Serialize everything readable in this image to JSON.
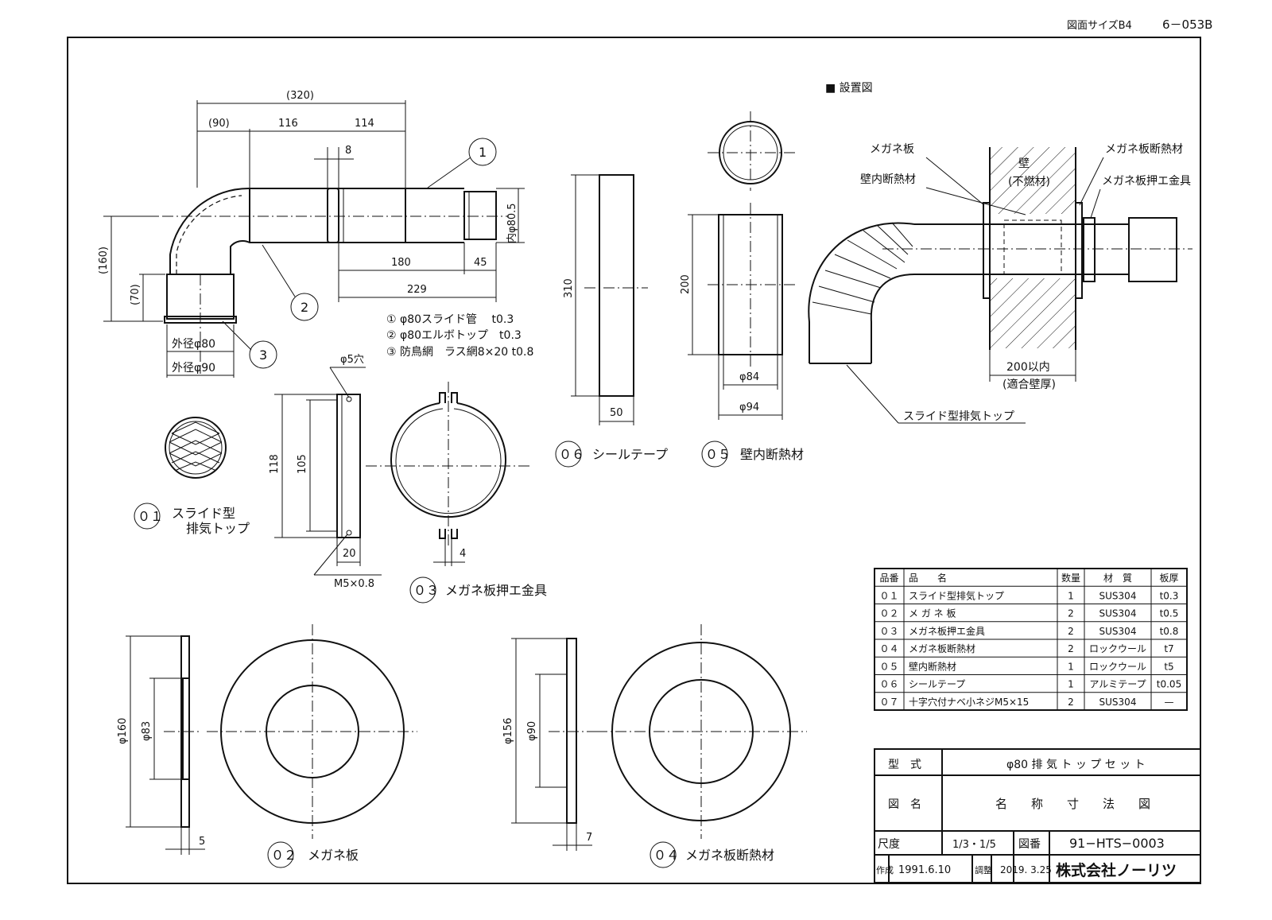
{
  "header": {
    "paper_size": "図面サイズB4",
    "drawing_code": "6－053B"
  },
  "install_title": "■ 設置図",
  "callout_numbers": [
    "1",
    "2",
    "3"
  ],
  "notes": [
    "① φ80スライド管　 t0.3",
    "② φ80エルボトップ　t0.3",
    "③ 防鳥網　ラス網8×20 t0.8"
  ],
  "dims": {
    "d320": "(320)",
    "d90": "(90)",
    "d116": "116",
    "d114": "114",
    "d8": "8",
    "d160": "(160)",
    "d70": "(70)",
    "d180": "180",
    "d45": "45",
    "d229": "229",
    "inner805": "内φ80.5",
    "od80": "外径φ80",
    "od90": "外径φ90",
    "h5": "φ5穴",
    "d118": "118",
    "d105": "105",
    "d20": "20",
    "m5": "M5×0.8",
    "d4": "4",
    "d310": "310",
    "d50": "50",
    "d200": "200",
    "d84": "φ84",
    "d94": "φ94",
    "p160": "φ160",
    "p83": "φ83",
    "d5": "5",
    "p156": "φ156",
    "p90": "φ90",
    "d7": "7"
  },
  "parts": {
    "p01_no": "０１",
    "p01_name_1": "スライド型",
    "p01_name_2": "排気トップ",
    "p02_no": "０２",
    "p02_name": "メガネ板",
    "p03_no": "０３",
    "p03_name": "メガネ板押エ金具",
    "p04_no": "０４",
    "p04_name": "メガネ板断熱材",
    "p05_no": "０５",
    "p05_name": "壁内断熱材",
    "p06_no": "０６",
    "p06_name": "シールテープ"
  },
  "install": {
    "megane": "メガネ板",
    "insul_in": "壁内断熱材",
    "wall": "壁",
    "wall_sub": "(不燃材)",
    "megane_insul": "メガネ板断熱材",
    "megane_clamp": "メガネ板押エ金具",
    "max_thick": "200以内",
    "thick_note": "(適合壁厚)",
    "slide_top": "スライド型排気トップ"
  },
  "parts_table": {
    "headers": [
      "品番",
      "品　　名",
      "数量",
      "材　質",
      "板厚"
    ],
    "rows": [
      [
        "０１",
        "スライド型排気トップ",
        "1",
        "SUS304",
        "t0.3"
      ],
      [
        "０２",
        "メ ガ ネ 板",
        "2",
        "SUS304",
        "t0.5"
      ],
      [
        "０３",
        "メガネ板押エ金具",
        "2",
        "SUS304",
        "t0.8"
      ],
      [
        "０４",
        "メガネ板断熱材",
        "2",
        "ロックウール",
        "t7"
      ],
      [
        "０５",
        "壁内断熱材",
        "1",
        "ロックウール",
        "t5"
      ],
      [
        "０６",
        "シールテープ",
        "1",
        "アルミテープ",
        "t0.05"
      ],
      [
        "０７",
        "十字穴付ナベ小ネジM5×15",
        "2",
        "SUS304",
        "—"
      ]
    ]
  },
  "title_block": {
    "model_label": "型　式",
    "model_value": "φ80 排 気 ト ッ プ セ ッ ト",
    "drawing_name_label": "図　名",
    "drawing_name_value": "名　　称　　寸　　法　　図",
    "scale_label": "尺度",
    "scale_value": "1/3・1/5",
    "number_label": "図番",
    "number_value": "91−HTS−0003",
    "made_label": "作成",
    "made_date": "1991.6.10",
    "rev_label": "調整",
    "rev_date": "2019. 3.25",
    "company": "株式会社ノーリツ"
  }
}
